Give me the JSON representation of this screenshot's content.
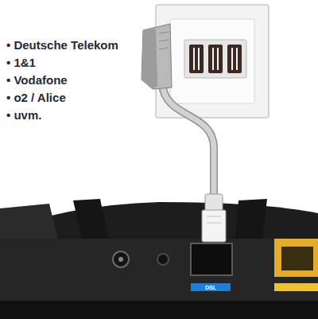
{
  "diagram": {
    "labels": [
      "• Deutsche Telekom",
      "• 1&1",
      "• Vodafone",
      "• o2 / Alice",
      "• uvm.",
      "DSL"
    ]
  }
}
